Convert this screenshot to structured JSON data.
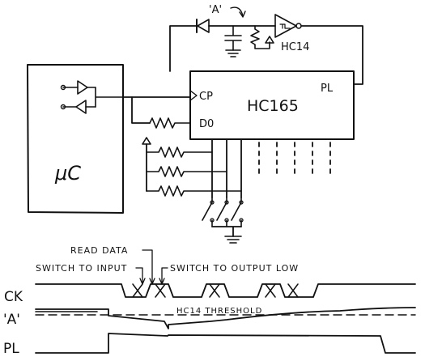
{
  "labels": {
    "mcu": "μC",
    "chip": "HC165",
    "pin_cp": "CP",
    "pin_do": "D0",
    "pin_pl": "PL",
    "node_a": "'A'",
    "inverter": "HC14",
    "read_data": "READ DATA",
    "switch_to_input": "SWITCH TO INPUT",
    "switch_to_output_low": "SWITCH TO OUTPUT LOW",
    "trace_ck": "CK",
    "trace_a": "'A'",
    "trace_pl": "PL",
    "threshold": "HC14 THRESHOLD"
  },
  "colors": {
    "ink": "#111111",
    "paper": "#ffffff"
  }
}
